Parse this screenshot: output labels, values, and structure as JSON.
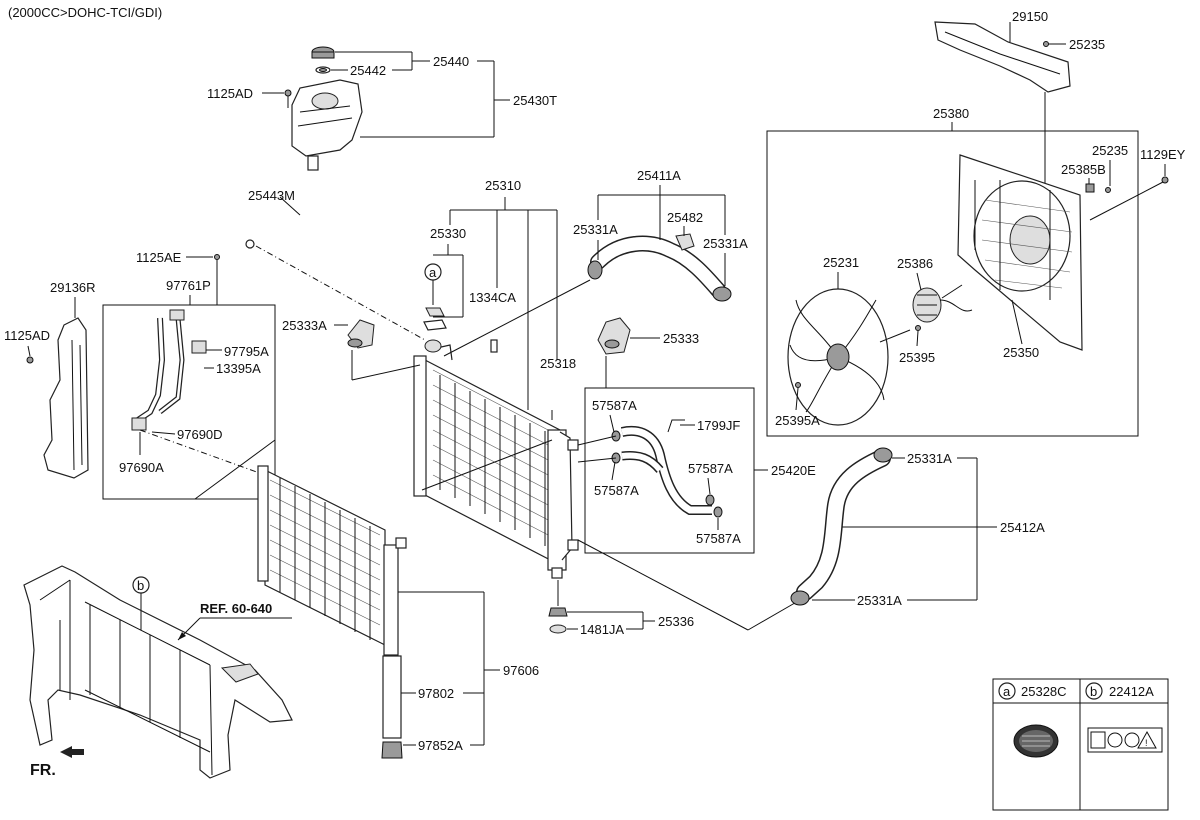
{
  "header": {
    "engine_variant": "(2000CC>DOHC-TCI/GDI)"
  },
  "labels": {
    "p29150": "29150",
    "p25235_top": "25235",
    "p25440": "25440",
    "p25442": "25442",
    "p1125AD_top": "1125AD",
    "p25430T": "25430T",
    "p25380": "25380",
    "p25235_mid": "25235",
    "p1129EY": "1129EY",
    "p25385B": "25385B",
    "p25310": "25310",
    "p25411A": "25411A",
    "p25443M": "25443M",
    "p25330": "25330",
    "p25331A_1": "25331A",
    "p25482": "25482",
    "p25331A_2": "25331A",
    "p1125AE": "1125AE",
    "p25231": "25231",
    "p25386": "25386",
    "p29136R": "29136R",
    "p97761P": "97761P",
    "p1334CA": "1334CA",
    "p25333A": "25333A",
    "p25333": "25333",
    "p1125AD_left": "1125AD",
    "p97795A": "97795A",
    "p25318": "25318",
    "p25395": "25395",
    "p25350": "25350",
    "p13395A": "13395A",
    "p57587A_1": "57587A",
    "p1799JF": "1799JF",
    "p25395A": "25395A",
    "p97690D": "97690D",
    "p25331A_3": "25331A",
    "p97690A": "97690A",
    "p57587A_2": "57587A",
    "p25420E": "25420E",
    "p57587A_3": "57587A",
    "p25412A": "25412A",
    "p57587A_4": "57587A",
    "p25331A_4": "25331A",
    "p25336": "25336",
    "p1481JA": "1481JA",
    "ref": "REF. 60-640",
    "p97606": "97606",
    "p97802": "97802",
    "p97852A": "97852A",
    "fr": "FR."
  },
  "callouts": {
    "a": "a",
    "b": "b"
  },
  "legend": {
    "a_letter": "a",
    "a_part": "25328C",
    "b_letter": "b",
    "b_part": "22412A"
  }
}
